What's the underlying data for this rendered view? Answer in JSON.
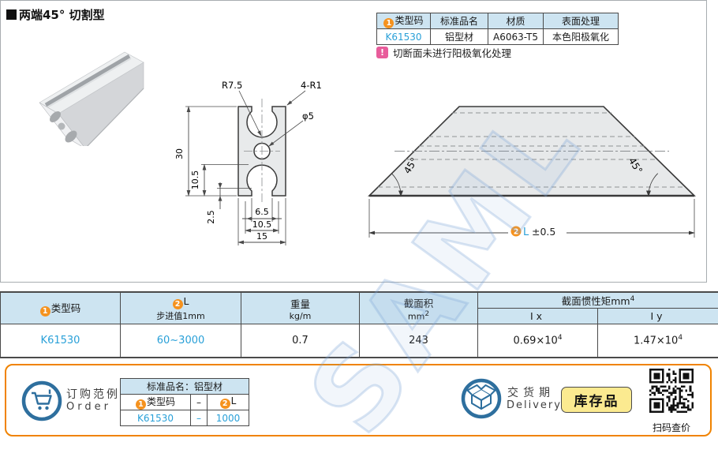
{
  "page": {
    "title": "两端45° 切割型",
    "watermark": "SAML"
  },
  "info_table": {
    "circle1": "1",
    "col_type": "类型码",
    "col_name": "标准品名",
    "col_material": "材质",
    "col_surface": "表面处理",
    "type_code": "K61530",
    "name": "铝型材",
    "material": "A6063-T5",
    "surface": "本色阳极氧化",
    "note_icon": "!",
    "note": "切断面未进行阳极氧化处理"
  },
  "cross_section": {
    "r_slot": "R7.5",
    "r_corner": "4-R1",
    "hole": "φ5",
    "h_total": "30",
    "h_slot": "10.5",
    "h_lip": "2.5",
    "w_opening": "6.5",
    "w_slot": "10.5",
    "w_total": "15"
  },
  "side_view": {
    "angle_left": "45°",
    "angle_right": "45°",
    "circle2": "2",
    "len_letter": "L",
    "len_tol": "±0.5"
  },
  "spec_table": {
    "circle1": "1",
    "circle2": "2",
    "h_type": "类型码",
    "h_len": "L",
    "h_len_sub": "步进值1mm",
    "h_weight": "重量",
    "h_weight_unit": "kg/m",
    "h_area": "截面积",
    "h_area_unit": "mm",
    "h_area_sup": "2",
    "h_inertia": "截面惯性矩mm",
    "h_inertia_sup": "4",
    "h_ix": "Ix",
    "h_iy": "Iy",
    "type_code": "K61530",
    "len_range": "60~3000",
    "weight": "0.7",
    "area": "243",
    "ix": "0.69×10",
    "ix_sup": "4",
    "iy": "1.47×10",
    "iy_sup": "4"
  },
  "order": {
    "label_cn": "订购范例",
    "label_en": "Order",
    "table_title": "标准品名：铝型材",
    "circle1": "1",
    "col_type": "类型码",
    "dash": "–",
    "circle2": "2",
    "col_len": "L",
    "type_code": "K61530",
    "dash2": "–",
    "len_value": "1000"
  },
  "delivery": {
    "label_cn": "交货期",
    "label_en": "Delivery",
    "stock": "库存品",
    "qr_caption": "扫码查价"
  }
}
